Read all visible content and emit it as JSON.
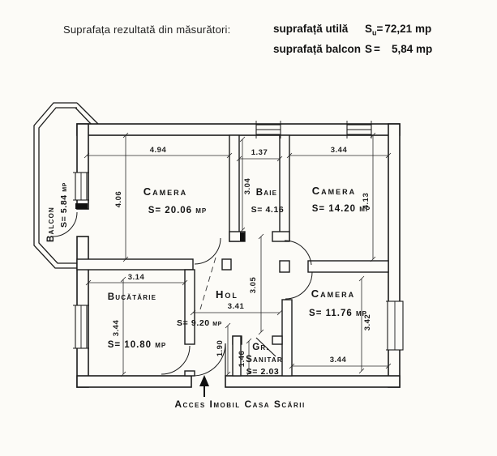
{
  "header": {
    "title": "Suprafața rezultată din măsurători:",
    "utila": {
      "label": "suprafață utilă",
      "symbol": "S",
      "symbol_sub": "u",
      "eq": "=",
      "value": "72,21 mp"
    },
    "balcon": {
      "label": "suprafață balcon",
      "symbol": "S",
      "eq": "=",
      "value": "5,84 mp"
    }
  },
  "rooms": {
    "camera1": {
      "name": "Camera",
      "area": "S= 20.06 mp",
      "width": "4.94",
      "height": "4.06"
    },
    "baie": {
      "name": "Baie",
      "area": "S= 4.16",
      "width": "1.37",
      "height": "3.04"
    },
    "camera2": {
      "name": "Camera",
      "area": "S= 14.20 mp",
      "width": "3.44",
      "height": "4.13"
    },
    "bucatarie": {
      "name": "Bucătărie",
      "area": "S= 10.80 mp",
      "width": "3.14",
      "height": "3.44"
    },
    "hol": {
      "name": "Hol",
      "area": "S= 9.20 mp",
      "width": "3.41",
      "height": "3.05",
      "lower_height": "1.90"
    },
    "gr_sanitar": {
      "name_line1": "Gr.",
      "name_line2": "Sanitar",
      "area": "S= 2.03",
      "height": "1.46"
    },
    "camera3": {
      "name": "Camera",
      "area": "S= 11.76 mp",
      "width": "3.44",
      "height": "3.42"
    },
    "balcon": {
      "name": "Balcon",
      "area": "S= 5.84 mp"
    }
  },
  "footer": {
    "access_label": "Acces Imobil Casa Scării"
  },
  "colors": {
    "ink": "#1b1b1b",
    "paper": "#fcfbf7"
  }
}
